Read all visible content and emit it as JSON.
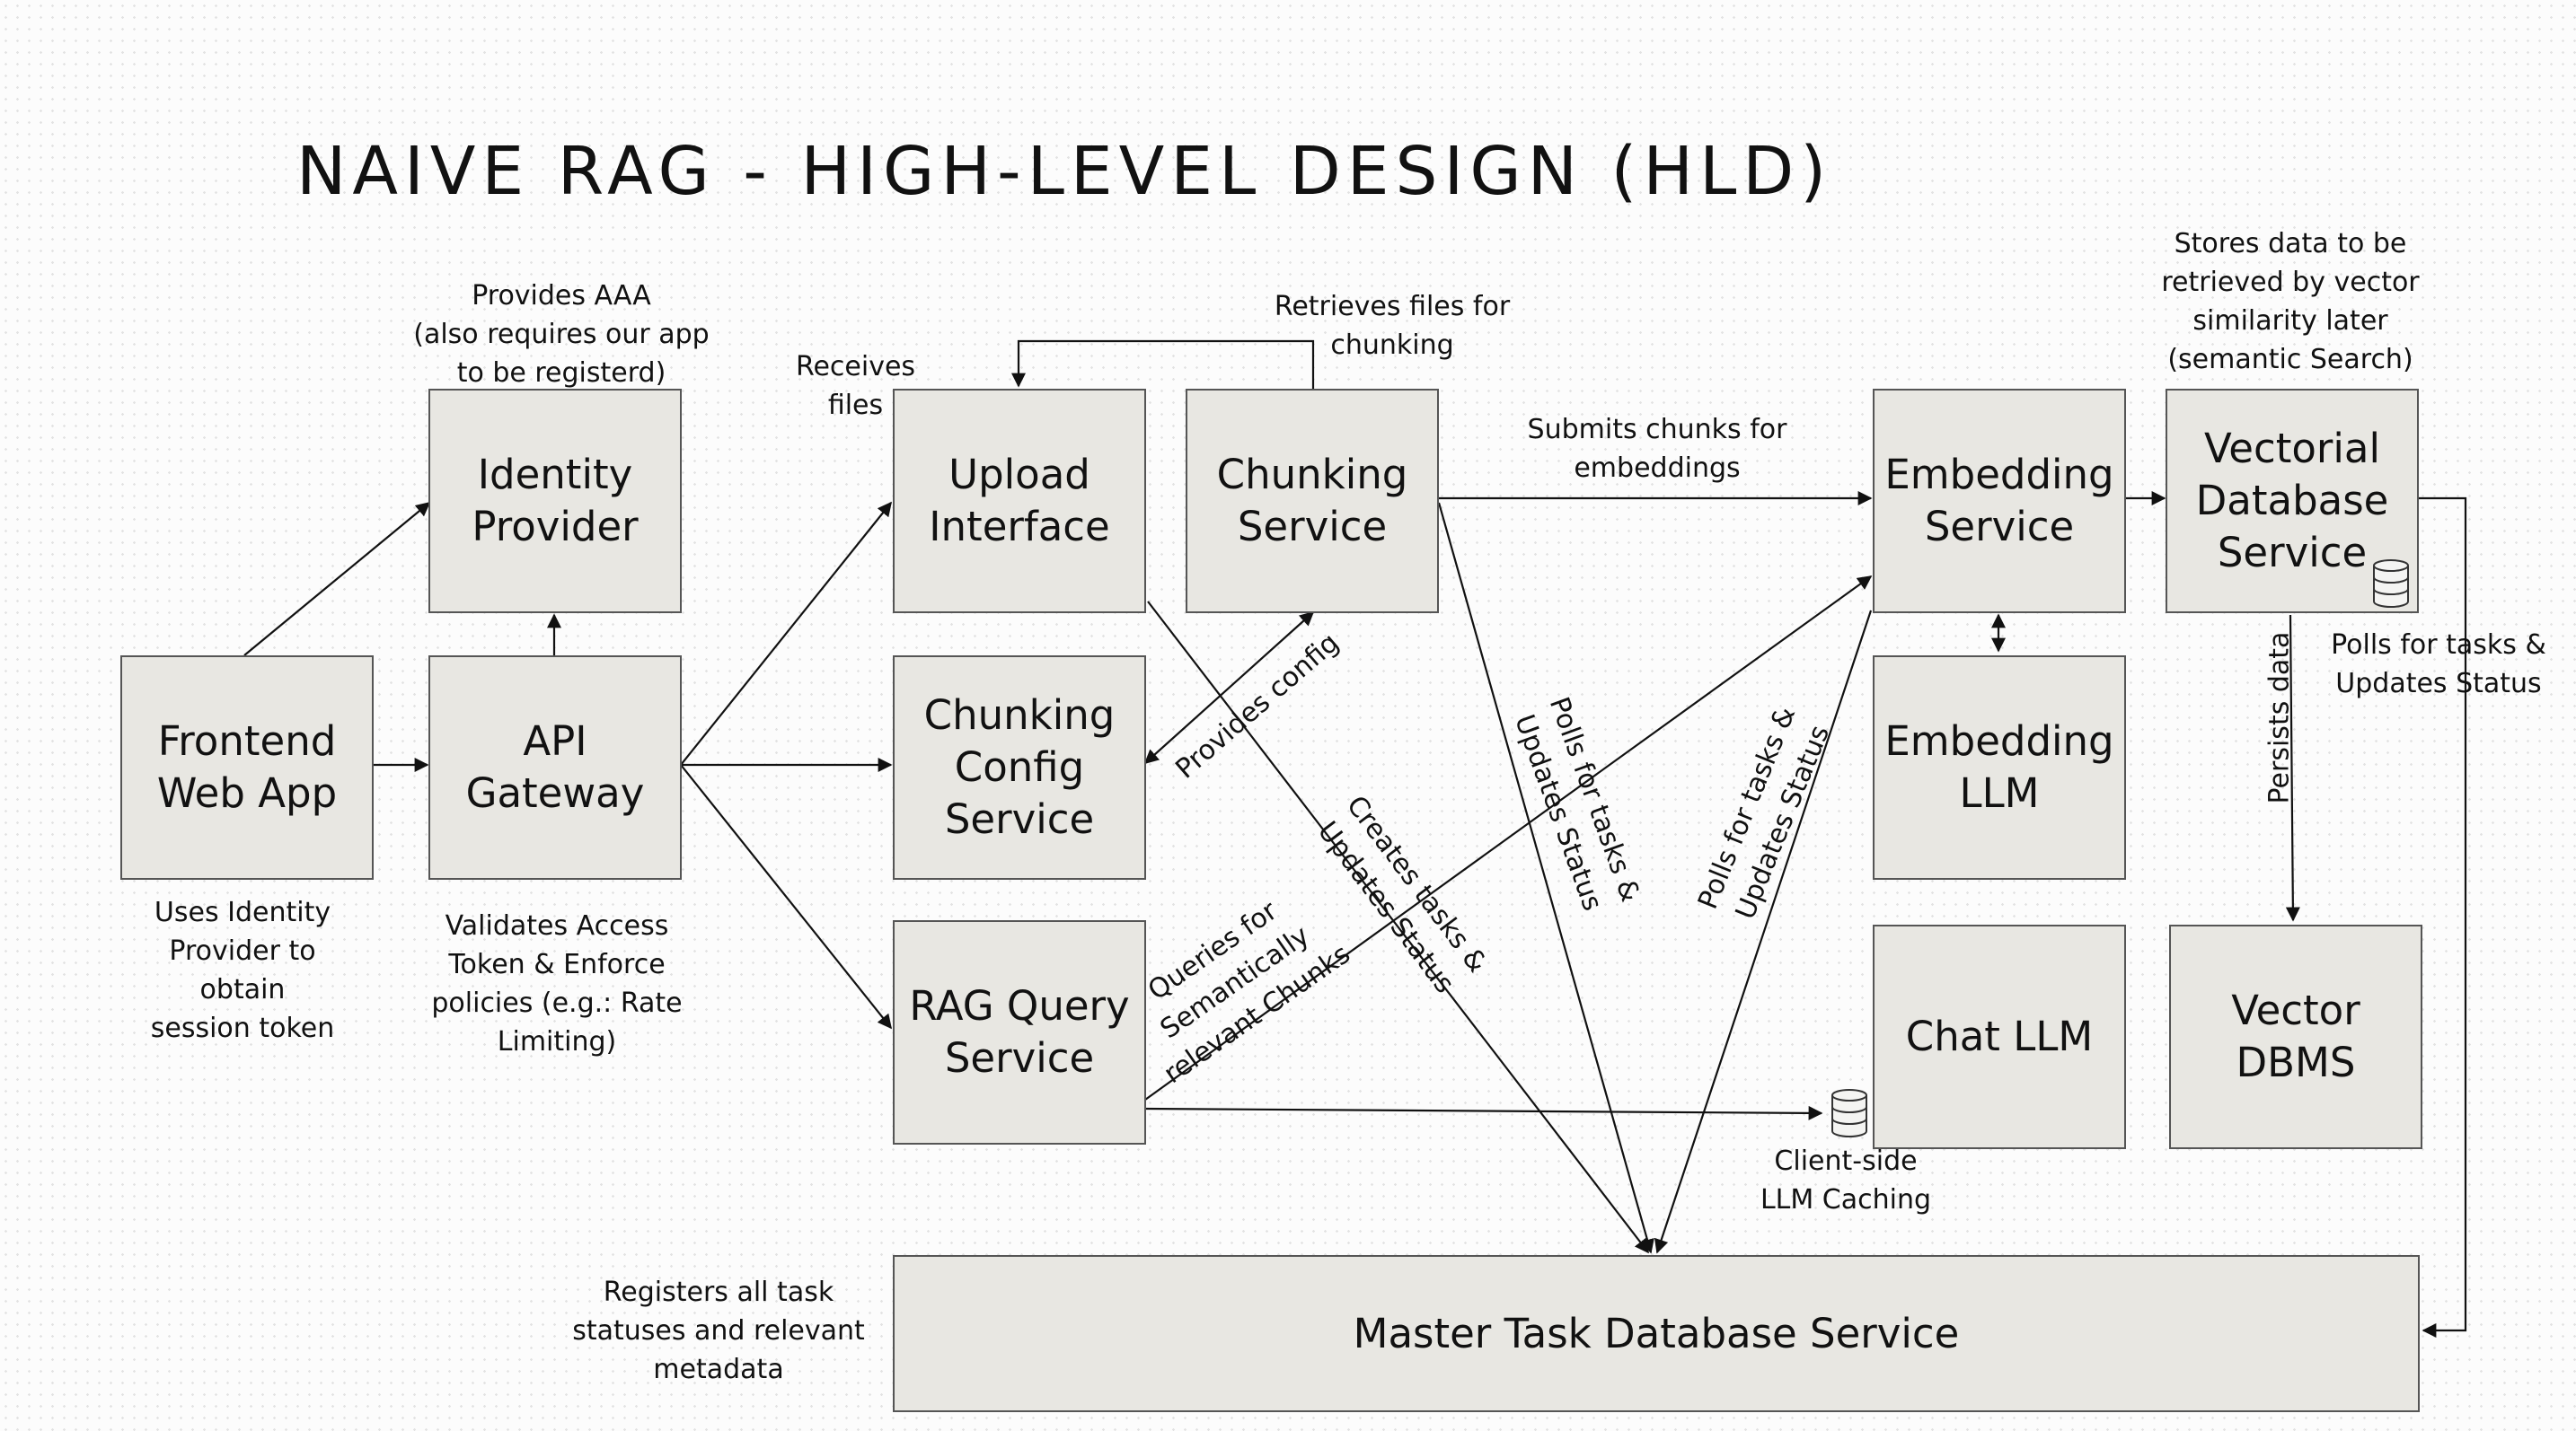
{
  "title": "NAIVE RAG - HIGH-LEVEL DESIGN (HLD)",
  "nodes": {
    "frontend": "Frontend\nWeb App",
    "api_gateway": "API\nGateway",
    "identity_provider": "Identity\nProvider",
    "upload_interface": "Upload\nInterface",
    "chunking_service": "Chunking\nService",
    "chunking_config": "Chunking\nConfig\nService",
    "rag_query": "RAG Query\nService",
    "embedding_service": "Embedding\nService",
    "vectorial_db_service": "Vectorial\nDatabase\nService",
    "embedding_llm": "Embedding\nLLM",
    "chat_llm": "Chat LLM",
    "vector_dbms": "Vector\nDBMS",
    "master_task_db": "Master Task Database Service"
  },
  "notes": {
    "provides_aaa": "Provides AAA\n(also requires our app\nto be registerd)",
    "uses_identity": "Uses Identity\nProvider to\nobtain\nsession token",
    "validates_access": "Validates Access\nToken & Enforce\npolicies (e.g.: Rate\nLimiting)",
    "receives_files": "Receives\nfiles",
    "retrieves_files": "Retrieves files for\nchunking",
    "submits_chunks": "Submits chunks for\nembeddings",
    "stores_data": "Stores data to be\nretrieved by vector\nsimilarity later\n(semantic Search)",
    "provides_config": "Provides config",
    "creates_tasks": "Creates tasks &\nUpdates Status",
    "polls_chunking": "Polls for tasks &\nUpdates Status",
    "polls_embedding": "Polls for tasks &\nUpdates Status",
    "polls_vectorial": "Polls for tasks &\nUpdates Status",
    "persists_data": "Persists data",
    "queries_semantic": "Queries for\nSemantically\nrelevant Chunks",
    "client_caching": "Client-side\nLLM Caching",
    "registers_tasks": "Registers all task\nstatuses and relevant\nmetadata"
  },
  "icons": {
    "vectorial_db": "database-icon",
    "llm_cache": "database-icon"
  },
  "colors": {
    "node_fill": "#e8e7e2",
    "node_border": "#555555",
    "arrow": "#111111"
  }
}
